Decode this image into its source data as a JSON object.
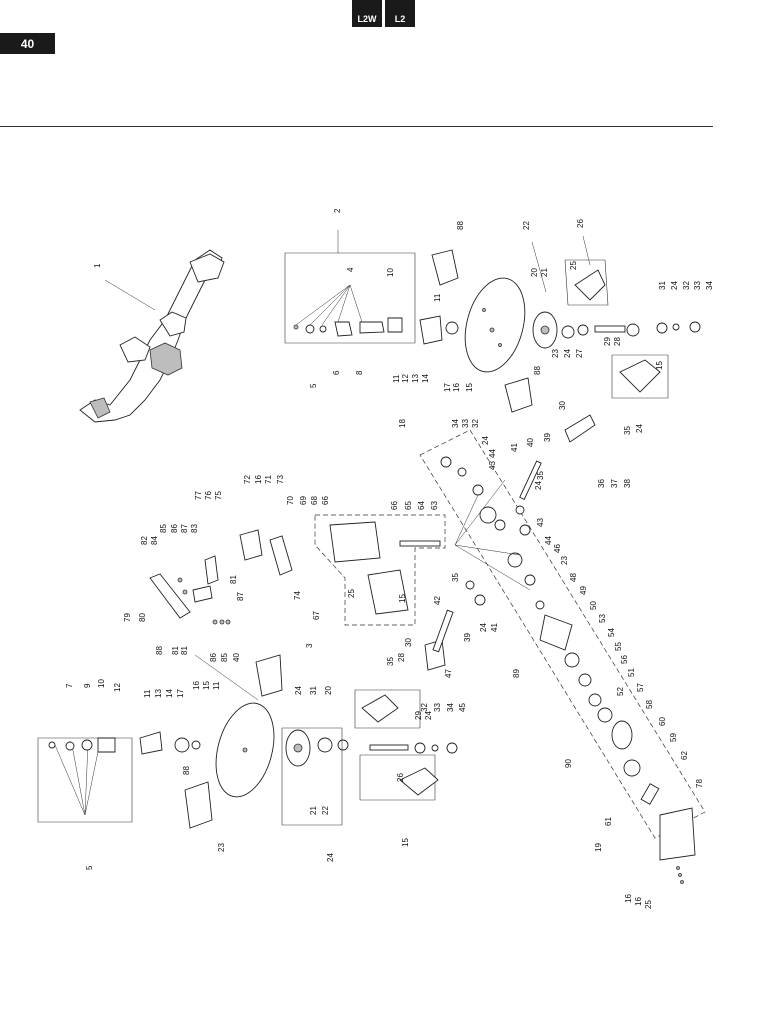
{
  "header": {
    "page_number": "40",
    "model_tabs": [
      "L2W",
      "L2"
    ]
  },
  "diagram": {
    "callouts": [
      "1",
      "2",
      "4",
      "10",
      "11",
      "5",
      "6",
      "8",
      "11",
      "12",
      "13",
      "14",
      "88",
      "17",
      "16",
      "15",
      "18",
      "88",
      "22",
      "20",
      "21",
      "25",
      "26",
      "31",
      "24",
      "32",
      "33",
      "34",
      "23",
      "24",
      "27",
      "29",
      "28",
      "15",
      "30",
      "39",
      "35",
      "24",
      "36",
      "37",
      "38",
      "34",
      "33",
      "32",
      "24",
      "44",
      "43",
      "40",
      "41",
      "35",
      "24",
      "66",
      "65",
      "64",
      "63",
      "72",
      "16",
      "71",
      "73",
      "77",
      "76",
      "75",
      "70",
      "69",
      "68",
      "66",
      "85",
      "86",
      "87",
      "83",
      "82",
      "84",
      "74",
      "67",
      "25",
      "15",
      "43",
      "44",
      "46",
      "23",
      "48",
      "49",
      "50",
      "53",
      "54",
      "55",
      "56",
      "51",
      "52",
      "57",
      "58",
      "60",
      "59",
      "61",
      "62",
      "78",
      "79",
      "80",
      "81",
      "81",
      "81",
      "87",
      "86",
      "85",
      "40",
      "42",
      "35",
      "24",
      "41",
      "39",
      "30",
      "47",
      "89",
      "90",
      "19",
      "88",
      "3",
      "5",
      "7",
      "9",
      "10",
      "12",
      "11",
      "13",
      "14",
      "17",
      "16",
      "15",
      "11",
      "88",
      "23",
      "24",
      "31",
      "20",
      "21",
      "22",
      "24",
      "35",
      "28",
      "29",
      "24",
      "32",
      "33",
      "34",
      "45",
      "26",
      "15",
      "16",
      "16",
      "25"
    ]
  }
}
